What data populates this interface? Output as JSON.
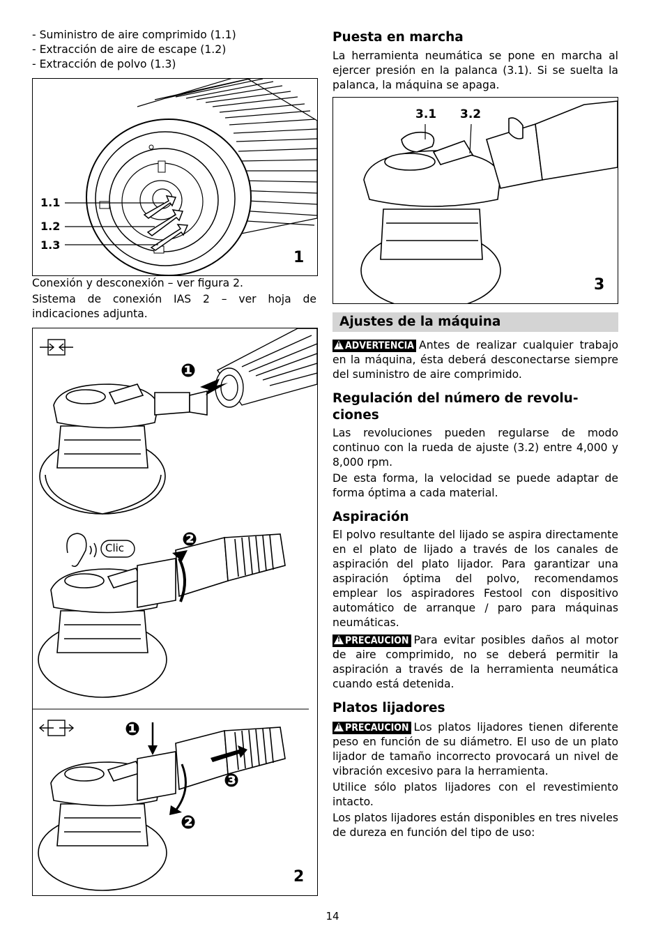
{
  "left": {
    "list": [
      "- Suministro de aire comprimido (1.1)",
      "- Extracción de aire de escape (1.2)",
      "- Extracción de polvo (1.3)"
    ],
    "fig1": {
      "number": "1",
      "callouts": [
        "1.1",
        "1.2",
        "1.3"
      ]
    },
    "para1": "Conexión y desconexión – ver figura 2.",
    "para2": "Sistema de conexión IAS 2 – ver hoja de indicaciones adjunta.",
    "fig2": {
      "number": "2",
      "step1": "❶",
      "step2": "❷",
      "step3": "❸",
      "clic": "Clic"
    }
  },
  "right": {
    "h_puesta": "Puesta en marcha",
    "p_puesta": "La herramienta neumática se pone en marcha al ejercer presión en la palanca (3.1). Si se suelta la palanca, la máquina se apaga.",
    "fig3": {
      "number": "3",
      "callouts": [
        "3.1",
        "3.2"
      ]
    },
    "h_ajustes": "Ajustes de la máquina",
    "badge_warning": "ADVERTENCIA",
    "p_ajustes": "Antes de realizar cualquier trabajo en la máquina, ésta deberá desconectarse siempre del suministro de aire comprimido.",
    "h_regulacion": "Regulación del número de revolu-ciones",
    "p_regulacion1": "Las revoluciones pueden regularse de modo continuo con la rueda de ajuste (3.2) entre 4,000 y 8,000 rpm.",
    "p_regulacion2": "De esta forma, la velocidad se puede adaptar de forma óptima a cada material.",
    "h_aspiracion": "Aspiración",
    "p_aspiracion": "El polvo resultante del lijado se aspira directamente en el plato de lijado a través de los canales de aspiración del plato lijador. Para garantizar una aspiración óptima del polvo, recomendamos emplear los aspiradores Festool con dispositivo automático de arranque / paro para máquinas neumáticas.",
    "badge_caution": "PRECAUCION",
    "p_aspiracion2": "Para evitar posibles daños al motor de aire comprimido, no se deberá permitir la aspiración a través de la herramienta neumática cuando está detenida.",
    "h_platos": "Platos lijadores",
    "p_platos1": "Los platos lijadores tienen diferente peso en función de su diámetro. El uso de un plato lijador de tamaño incorrecto provocará un nivel de vibración excesivo para la herramienta.",
    "p_platos2": "Utilice sólo platos lijadores con el revestimiento intacto.",
    "p_platos3": "Los platos lijadores están disponibles en tres niveles de dureza en función del tipo de uso:"
  },
  "page_number": "14"
}
